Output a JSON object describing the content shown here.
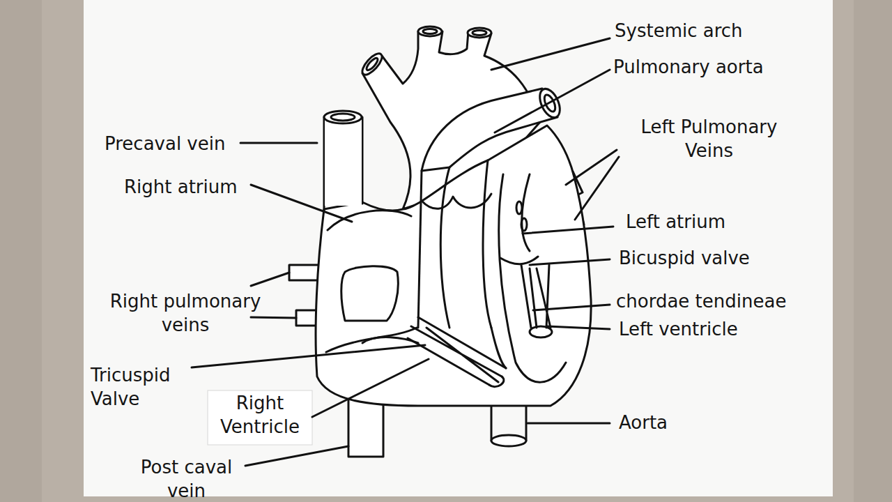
{
  "diagram": {
    "labels": [
      "Systemic arch",
      "Pulmonary aorta",
      "Precaval vein",
      "Left Pulmonary Veins",
      "Right atrium",
      "Left atrium",
      "Bicuspid valve",
      "Right pulmonary veins",
      "chordae tendineae",
      "Left ventricle",
      "Tricuspid Valve",
      "Right Ventricle",
      "Aorta",
      "Post caval vein"
    ]
  }
}
